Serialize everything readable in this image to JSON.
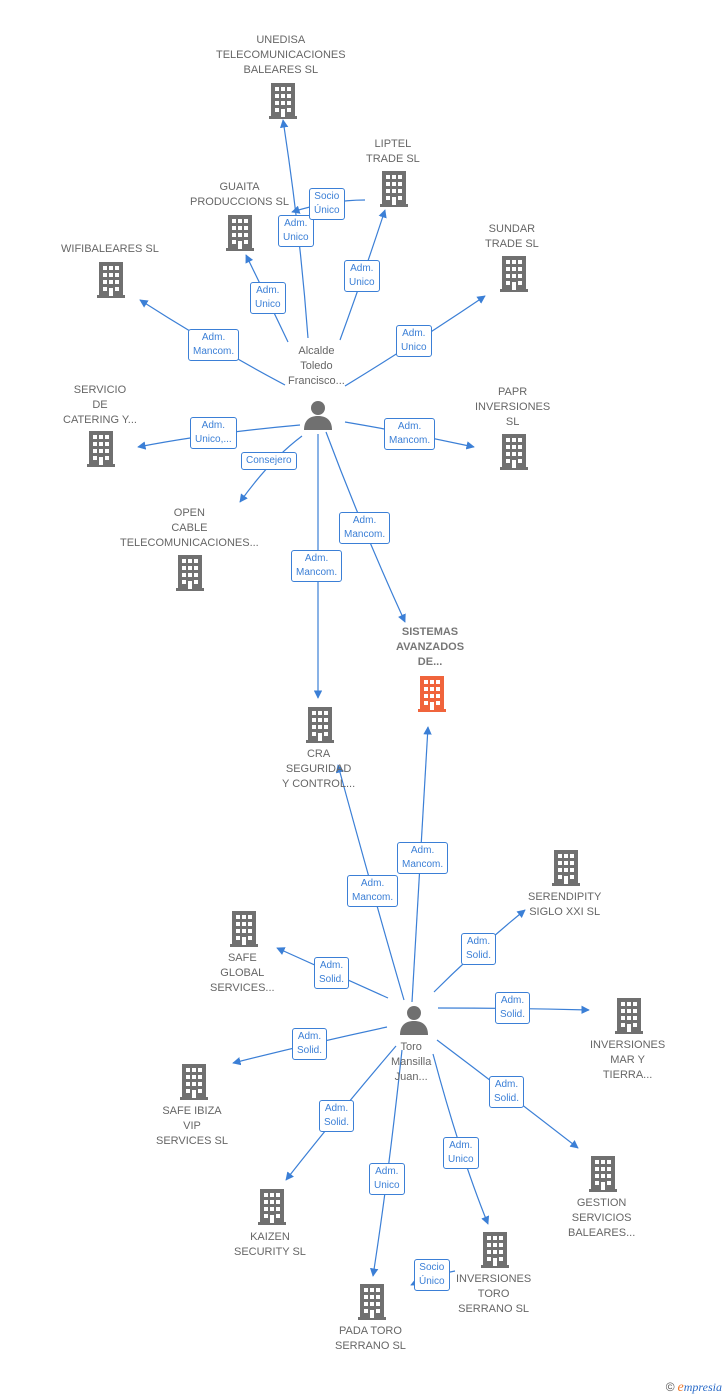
{
  "colors": {
    "edge": "#3b7fd6",
    "building": "#707070",
    "highlight": "#f0643c",
    "person": "#707070"
  },
  "persons": [
    {
      "id": "p_alcalde",
      "label": "Alcalde\nToledo\nFrancisco..."
    },
    {
      "id": "p_toro",
      "label": "Toro\nMansilla\nJuan..."
    }
  ],
  "companies": [
    {
      "id": "unedisa",
      "label": "UNEDISA\nTELECOMUNICACIONES\nBALEARES  SL"
    },
    {
      "id": "liptel",
      "label": "LIPTEL\nTRADE SL"
    },
    {
      "id": "guaita",
      "label": "GUAITA\nPRODUCCIONS SL"
    },
    {
      "id": "sundar",
      "label": "SUNDAR\nTRADE  SL"
    },
    {
      "id": "wifibaleares",
      "label": "WIFIBALEARES SL"
    },
    {
      "id": "servicio",
      "label": "SERVICIO\nDE\nCATERING Y..."
    },
    {
      "id": "papr",
      "label": "PAPR\nINVERSIONES\nSL"
    },
    {
      "id": "opencable",
      "label": "OPEN\nCABLE\nTELECOMUNICACIONES..."
    },
    {
      "id": "sistemas",
      "label": "SISTEMAS\nAVANZADOS\nDE...",
      "highlight": true
    },
    {
      "id": "cra",
      "label": "CRA\nSEGURIDAD\nY CONTROL..."
    },
    {
      "id": "serendipity",
      "label": "SERENDIPITY\nSIGLO XXI  SL"
    },
    {
      "id": "safeglobal",
      "label": "SAFE\nGLOBAL\nSERVICES..."
    },
    {
      "id": "inversionesmar",
      "label": "INVERSIONES\nMAR Y\nTIERRA..."
    },
    {
      "id": "safeibiza",
      "label": "SAFE IBIZA\nVIP\nSERVICES  SL"
    },
    {
      "id": "gestion",
      "label": "GESTION\nSERVICIOS\nBALEARES..."
    },
    {
      "id": "kaizen",
      "label": "KAIZEN\nSECURITY  SL"
    },
    {
      "id": "inversionestoro",
      "label": "INVERSIONES\nTORO\nSERRANO  SL"
    },
    {
      "id": "padatoro",
      "label": "PADA TORO\nSERRANO  SL"
    }
  ],
  "relations": [
    {
      "id": "r1",
      "from": "p_alcalde",
      "to": "unedisa",
      "label": "Adm.\nUnico"
    },
    {
      "id": "r2",
      "from": "p_alcalde",
      "to": "liptel",
      "label": "Adm.\nUnico"
    },
    {
      "id": "r3",
      "from": "liptel",
      "to": "guaita",
      "label": "Socio\nÚnico"
    },
    {
      "id": "r4",
      "from": "p_alcalde",
      "to": "guaita",
      "label": "Adm.\nUnico"
    },
    {
      "id": "r5",
      "from": "p_alcalde",
      "to": "sundar",
      "label": "Adm.\nUnico"
    },
    {
      "id": "r6",
      "from": "p_alcalde",
      "to": "wifibaleares",
      "label": "Adm.\nMancom."
    },
    {
      "id": "r7",
      "from": "p_alcalde",
      "to": "servicio",
      "label": "Adm.\nUnico,..."
    },
    {
      "id": "r8",
      "from": "p_alcalde",
      "to": "papr",
      "label": "Adm.\nMancom."
    },
    {
      "id": "r9",
      "from": "p_alcalde",
      "to": "opencable",
      "label": "Consejero"
    },
    {
      "id": "r10",
      "from": "p_alcalde",
      "to": "sistemas",
      "label": "Adm.\nMancom."
    },
    {
      "id": "r11",
      "from": "p_alcalde",
      "to": "cra",
      "label": "Adm.\nMancom."
    },
    {
      "id": "r12",
      "from": "p_toro",
      "to": "sistemas",
      "label": "Adm.\nMancom."
    },
    {
      "id": "r13",
      "from": "p_toro",
      "to": "cra",
      "label": "Adm.\nMancom."
    },
    {
      "id": "r14",
      "from": "p_toro",
      "to": "serendipity",
      "label": "Adm.\nSolid."
    },
    {
      "id": "r15",
      "from": "p_toro",
      "to": "safeglobal",
      "label": "Adm.\nSolid."
    },
    {
      "id": "r16",
      "from": "p_toro",
      "to": "inversionesmar",
      "label": "Adm.\nSolid."
    },
    {
      "id": "r17",
      "from": "p_toro",
      "to": "safeibiza",
      "label": "Adm.\nSolid."
    },
    {
      "id": "r18",
      "from": "p_toro",
      "to": "gestion",
      "label": "Adm.\nSolid."
    },
    {
      "id": "r19",
      "from": "p_toro",
      "to": "kaizen",
      "label": "Adm.\nSolid."
    },
    {
      "id": "r20",
      "from": "p_toro",
      "to": "padatoro",
      "label": "Adm.\nUnico"
    },
    {
      "id": "r21",
      "from": "p_toro",
      "to": "inversionestoro",
      "label": "Adm.\nUnico"
    },
    {
      "id": "r22",
      "from": "inversionestoro",
      "to": "padatoro",
      "label": "Socio\nÚnico"
    }
  ],
  "footer": {
    "copyright": "©",
    "brand_initial": "e",
    "brand_rest": "mpresia"
  }
}
